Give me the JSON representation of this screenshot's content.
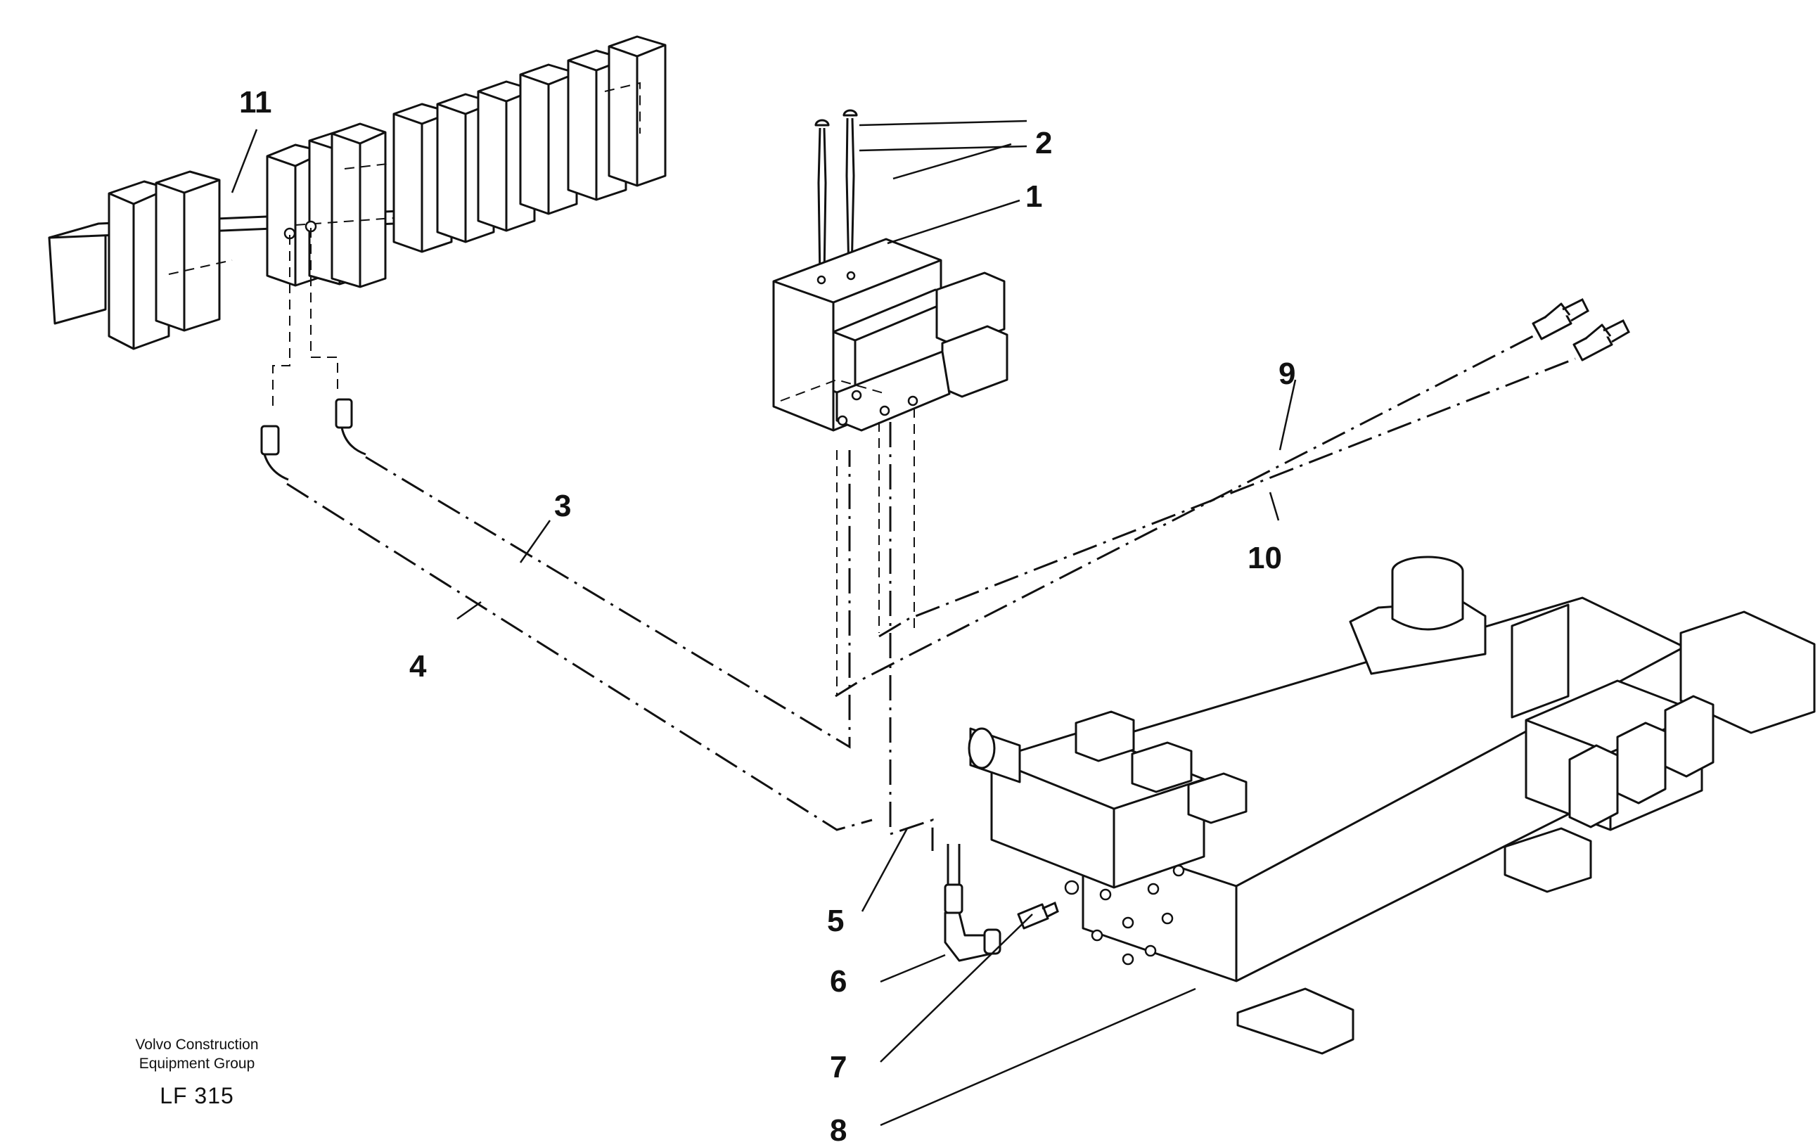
{
  "callouts": {
    "c1": "1",
    "c2": "2",
    "c3": "3",
    "c4": "4",
    "c5": "5",
    "c6": "6",
    "c7": "7",
    "c8": "8",
    "c9": "9",
    "c10": "10",
    "c11": "11"
  },
  "footer": {
    "company_line1": "Volvo Construction",
    "company_line2": "Equipment Group",
    "drawing_code": "LF 315"
  }
}
